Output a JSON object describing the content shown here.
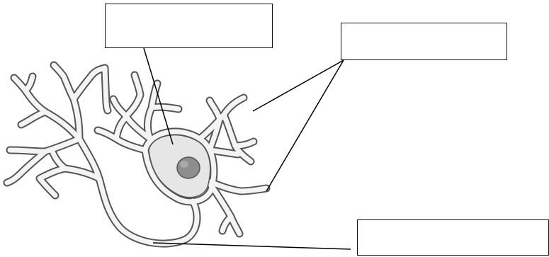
{
  "diagram": {
    "subject": "neuron",
    "labels": [
      {
        "id": "label-a",
        "text": ""
      },
      {
        "id": "label-b",
        "text": ""
      },
      {
        "id": "label-c",
        "text": ""
      }
    ],
    "colors": {
      "outline": "#555555",
      "cytoplasm": "#e6e6e6",
      "nucleus": "#8e8e8e",
      "leader": "#000000"
    }
  }
}
